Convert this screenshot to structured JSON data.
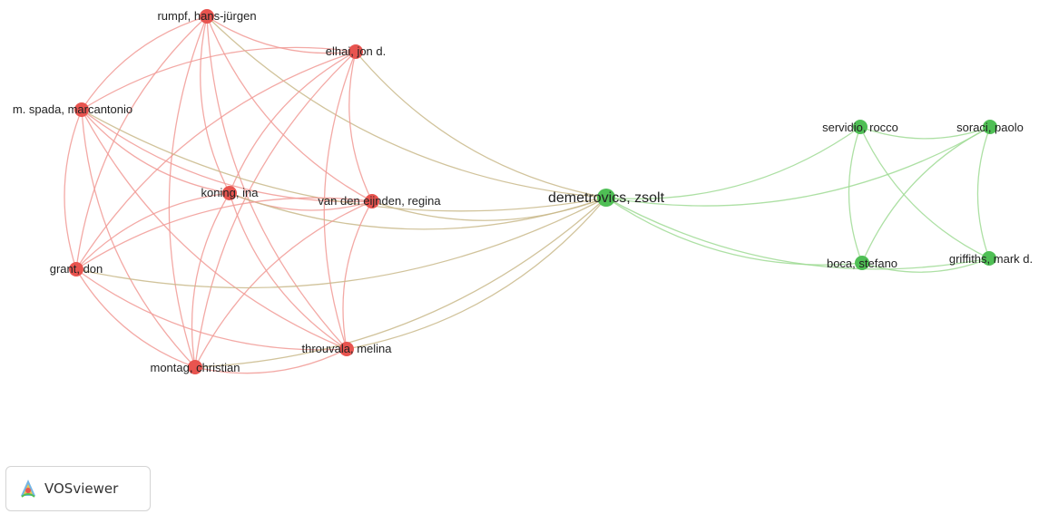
{
  "network": {
    "clusters": [
      {
        "id": "red",
        "color": "#e8544f",
        "edge_color": "#f19a95"
      },
      {
        "id": "green",
        "color": "#4fbf55",
        "edge_color": "#9fdb94"
      }
    ],
    "nodes": [
      {
        "id": "rumpf",
        "label": "rumpf, hans-jürgen",
        "cluster": "red",
        "weight": 1
      },
      {
        "id": "elhai",
        "label": "elhai, jon d.",
        "cluster": "red",
        "weight": 1
      },
      {
        "id": "spada",
        "label": "m. spada, marcantonio",
        "cluster": "red",
        "weight": 1
      },
      {
        "id": "koning",
        "label": "koning, ina",
        "cluster": "red",
        "weight": 1
      },
      {
        "id": "vandeneijnden",
        "label": "van den eijnden, regina",
        "cluster": "red",
        "weight": 1
      },
      {
        "id": "grant",
        "label": "grant, don",
        "cluster": "red",
        "weight": 1
      },
      {
        "id": "montag",
        "label": "montag, christian",
        "cluster": "red",
        "weight": 1
      },
      {
        "id": "throuvala",
        "label": "throuvala, melina",
        "cluster": "red",
        "weight": 1
      },
      {
        "id": "demetrovics",
        "label": "demetrovics, zsolt",
        "cluster": "green",
        "weight": 2
      },
      {
        "id": "servidio",
        "label": "servidio, rocco",
        "cluster": "green",
        "weight": 1
      },
      {
        "id": "soraci",
        "label": "soraci, paolo",
        "cluster": "green",
        "weight": 1
      },
      {
        "id": "boca",
        "label": "boca, stefano",
        "cluster": "green",
        "weight": 1
      },
      {
        "id": "griffiths",
        "label": "griffiths, mark d.",
        "cluster": "green",
        "weight": 1
      }
    ],
    "links": [
      [
        "rumpf",
        "elhai"
      ],
      [
        "rumpf",
        "spada"
      ],
      [
        "rumpf",
        "koning"
      ],
      [
        "rumpf",
        "vandeneijnden"
      ],
      [
        "rumpf",
        "grant"
      ],
      [
        "rumpf",
        "montag"
      ],
      [
        "rumpf",
        "throuvala"
      ],
      [
        "rumpf",
        "demetrovics"
      ],
      [
        "elhai",
        "spada"
      ],
      [
        "elhai",
        "koning"
      ],
      [
        "elhai",
        "vandeneijnden"
      ],
      [
        "elhai",
        "grant"
      ],
      [
        "elhai",
        "montag"
      ],
      [
        "elhai",
        "throuvala"
      ],
      [
        "elhai",
        "demetrovics"
      ],
      [
        "spada",
        "koning"
      ],
      [
        "spada",
        "vandeneijnden"
      ],
      [
        "spada",
        "grant"
      ],
      [
        "spada",
        "montag"
      ],
      [
        "spada",
        "throuvala"
      ],
      [
        "spada",
        "demetrovics"
      ],
      [
        "koning",
        "vandeneijnden"
      ],
      [
        "koning",
        "grant"
      ],
      [
        "koning",
        "montag"
      ],
      [
        "koning",
        "throuvala"
      ],
      [
        "koning",
        "demetrovics"
      ],
      [
        "vandeneijnden",
        "grant"
      ],
      [
        "vandeneijnden",
        "montag"
      ],
      [
        "vandeneijnden",
        "throuvala"
      ],
      [
        "vandeneijnden",
        "demetrovics"
      ],
      [
        "grant",
        "montag"
      ],
      [
        "grant",
        "throuvala"
      ],
      [
        "grant",
        "demetrovics"
      ],
      [
        "montag",
        "throuvala"
      ],
      [
        "montag",
        "demetrovics"
      ],
      [
        "throuvala",
        "demetrovics"
      ],
      [
        "demetrovics",
        "servidio"
      ],
      [
        "demetrovics",
        "soraci"
      ],
      [
        "demetrovics",
        "boca"
      ],
      [
        "demetrovics",
        "griffiths"
      ],
      [
        "servidio",
        "soraci"
      ],
      [
        "servidio",
        "boca"
      ],
      [
        "servidio",
        "griffiths"
      ],
      [
        "soraci",
        "boca"
      ],
      [
        "soraci",
        "griffiths"
      ],
      [
        "boca",
        "griffiths"
      ]
    ]
  },
  "logo": {
    "text": "VOSviewer",
    "icon": "vosviewer-logo-icon"
  }
}
